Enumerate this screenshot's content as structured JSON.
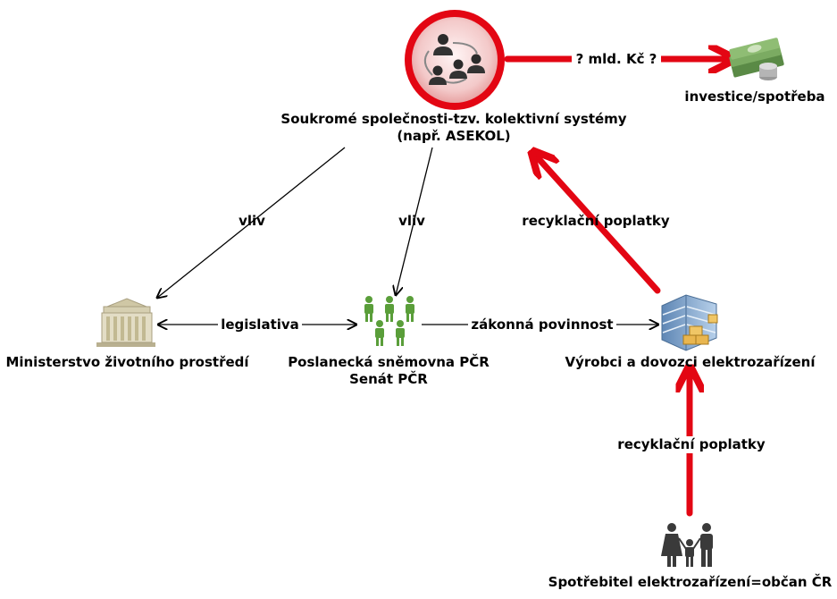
{
  "nodes": {
    "companies": {
      "line1": "Soukromé společnosti-tzv. kolektivní systémy",
      "line2": "(např. ASEKOL)",
      "icon": "business-network-icon"
    },
    "investment": {
      "label": "investice/spotřeba",
      "icon": "money-icon"
    },
    "ministry": {
      "label": "Ministerstvo životního prostředí",
      "icon": "government-building-icon"
    },
    "parliament": {
      "line1": "Poslanecká sněmovna PČR",
      "line2": "Senát PČR",
      "icon": "people-group-icon"
    },
    "producers": {
      "label": "Výrobci a dovozci elektrozařízení",
      "icon": "office-building-icon"
    },
    "consumer": {
      "label": "Spotřebitel elektrozařízení=občan ČR",
      "icon": "family-icon"
    }
  },
  "edges": {
    "money_flow": "? mld. Kč ?",
    "influence_left": "vliv",
    "influence_center": "vliv",
    "legislation": "legislativa",
    "obligation": "zákonná povinnost",
    "fees_upper": "recyklační poplatky",
    "fees_lower": "recyklační poplatky"
  },
  "colors": {
    "flow": "#e30613",
    "thin_arrow": "#000000",
    "circle_fill": "#f6d0d0",
    "person_dark": "#333333",
    "person_green": "#5a9e3a",
    "money_green": "#6f9d5a",
    "building_stone": "#d8d2b8",
    "office_blue": "#7ea6cf",
    "crate": "#e9b64f"
  }
}
